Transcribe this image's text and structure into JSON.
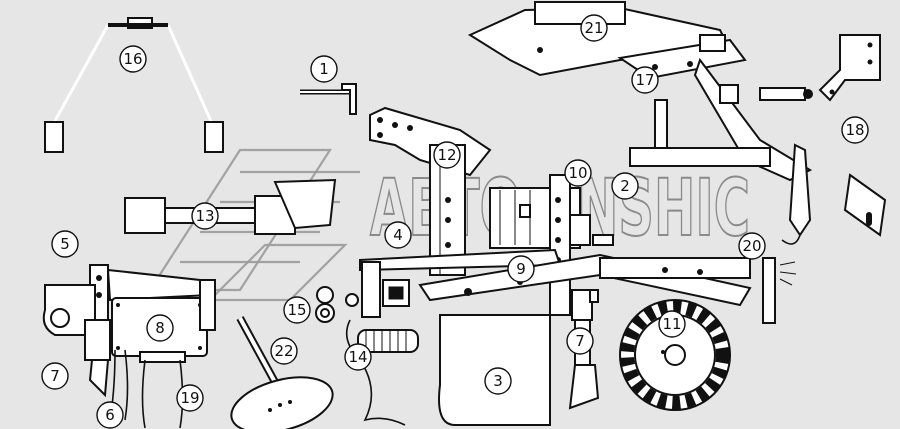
{
  "diagram": {
    "background": "#e6e6e6",
    "line_color": "#111111",
    "part_fill": "#ffffff",
    "watermark": "ABTO ANSHIC",
    "callouts": [
      {
        "id": "1",
        "label": "1"
      },
      {
        "id": "2",
        "label": "2"
      },
      {
        "id": "3",
        "label": "3"
      },
      {
        "id": "4",
        "label": "4"
      },
      {
        "id": "5",
        "label": "5"
      },
      {
        "id": "6",
        "label": "6"
      },
      {
        "id": "7a",
        "label": "7"
      },
      {
        "id": "7b",
        "label": "7"
      },
      {
        "id": "8",
        "label": "8"
      },
      {
        "id": "9",
        "label": "9"
      },
      {
        "id": "10",
        "label": "10"
      },
      {
        "id": "11",
        "label": "11"
      },
      {
        "id": "12",
        "label": "12"
      },
      {
        "id": "13",
        "label": "13"
      },
      {
        "id": "14",
        "label": "14"
      },
      {
        "id": "15",
        "label": "15"
      },
      {
        "id": "16",
        "label": "16"
      },
      {
        "id": "17",
        "label": "17"
      },
      {
        "id": "18",
        "label": "18"
      },
      {
        "id": "19",
        "label": "19"
      },
      {
        "id": "20",
        "label": "20"
      },
      {
        "id": "21",
        "label": "21"
      },
      {
        "id": "22",
        "label": "22"
      }
    ]
  }
}
